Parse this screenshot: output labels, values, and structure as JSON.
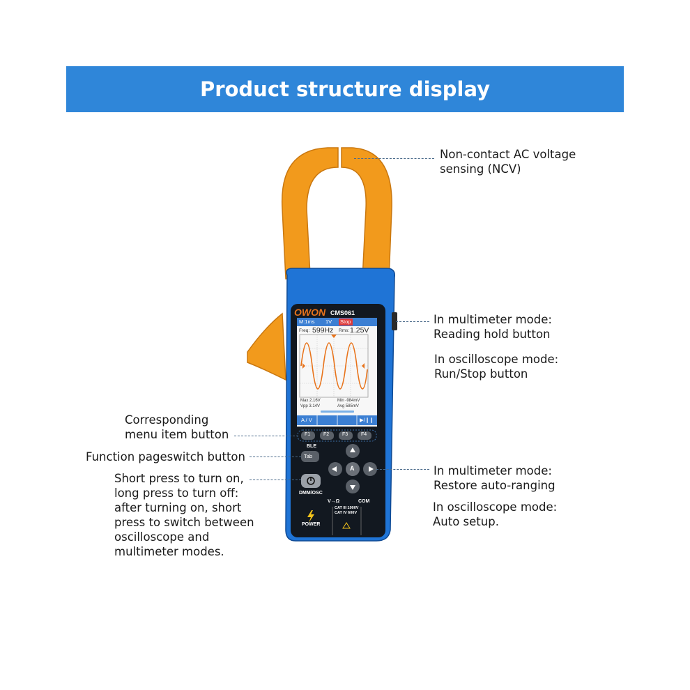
{
  "title": "Product structure display",
  "callouts": {
    "ncv": "Non-contact AC voltage\nsensing (NCV)",
    "hold_mm": "In multimeter mode:\nReading hold button",
    "hold_osc": "In oscilloscope mode:\nRun/Stop button",
    "menu_btn": "Corresponding\nmenu item button",
    "page_switch": "Function pageswitch button",
    "power": "Short press to turn on,\nlong press to turn off:\nafter turning on, short\npress to switch between\noscilloscope and\nmultimeter modes.",
    "auto_mm": "In multimeter mode:\nRestore auto-ranging",
    "auto_osc": "In oscilloscope mode:\nAuto setup."
  },
  "device": {
    "brand": "OWON",
    "model": "CMS061",
    "screen": {
      "timebase": "M:1ms",
      "volts": "1V",
      "run_state": "Stop",
      "freq_label": "Freq:",
      "freq_value": "599Hz",
      "rms_label": "Rms:",
      "rms_value": "1.25V",
      "max": "Max 2.16V",
      "min": "Min -984mV",
      "vpp": "Vpp 3.14V",
      "avg": "Avg 585mV",
      "softkey_1": "A / V",
      "softkey_4": "▶/❙❙"
    },
    "buttons": {
      "f1": "F1",
      "f2": "F2",
      "f3": "F3",
      "f4": "F4",
      "ble": "BLE",
      "tab": "Tab",
      "auto": "A",
      "dmm_osc": "DMM/OSC",
      "power": "POWER"
    },
    "jacks": {
      "v_symbol": "V→Ω",
      "com": "COM",
      "cat": "CAT III 1000V\nCAT IV 600V"
    }
  },
  "colors": {
    "banner": "#2f86d9",
    "body_blue": "#1f74d6",
    "clamp_orange": "#f29a1c",
    "trace_orange": "#e8731a"
  }
}
